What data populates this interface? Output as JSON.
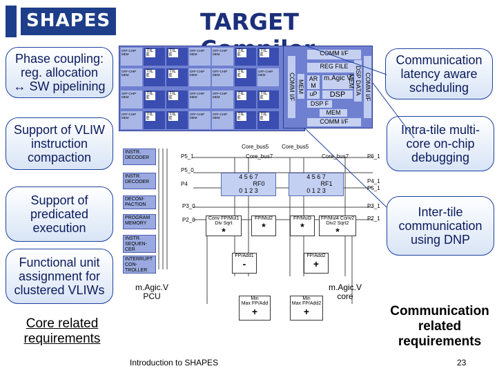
{
  "title": "TARGET Compiler",
  "logo": {
    "text": "SHAPES"
  },
  "callouts": {
    "phase_coupling": "Phase coupling:\nreg. allocation\n↔ SW pipelining",
    "vliw": "Support of VLIW\ninstruction\ncompaction",
    "predicated": "Support of\npredicated\nexecution",
    "functional_unit": "Functional unit\nassignment for\nclustered VLIWs",
    "comm_latency": "Communication\nlatency aware\nscheduling",
    "debugging": "Intra-tile multi-\ncore on-chip\ndebugging",
    "dnp": "Inter-tile\ncommunication\nusing DNP"
  },
  "requirements": {
    "core": "Core related\nrequirements",
    "communication": "Communication\nrelated\nrequirements"
  },
  "tile_grid": {
    "mem_label": "OFF-CHIP MEM",
    "tile_label": "TIL E"
  },
  "dsp": {
    "comm_if_top": "COMM I/F",
    "reg_file": "REG FILE",
    "arm": "AR M",
    "magic": "m.Agic V",
    "dsp": "DSP",
    "up": "uP",
    "dsp_f": "DSP F",
    "mem": "MEM",
    "comm_if_bottom": "COMM I/F",
    "side_left": "COMM I/F",
    "side_right1": "DSP DATA MEM",
    "side_right2": "COMM I/F",
    "mem_left": "MEM"
  },
  "cpu": {
    "instr_decoder1": "INSTR. DECODER",
    "instr_decoder2": "INSTR. DECODER",
    "decompaction": "DECOM- PACTION",
    "program_memory": "PROGRAM MEMORY",
    "instr_sequencer": "INSTR. SEQUEN- CER",
    "interrupt": "INTERRUPT CON- TROLLER",
    "pcu": "m.Agic.V\nPCU",
    "core_bus5a": "Core_bus5",
    "core_bus5b": "Core_bus5",
    "core_bus7a": "Core_bus7",
    "core_bus7b": "Core_bus7",
    "p5_1": "P5_1",
    "p5_0": "P5_0",
    "p4": "P4",
    "p3_0": "P3_0",
    "p2_0": "P2_0",
    "p6_1": "P6_1",
    "p4_1": "P4_1",
    "p5_1b": "P5_1",
    "p3_1": "P3_1",
    "p2_1": "P2_1",
    "rf0_top": "4 5 6 7",
    "rf0": "RF0",
    "rf0_bot": "0 1 2 3",
    "rf1_top": "4 5 6 7",
    "rf1": "RF1",
    "rf1_bot": "0 1 2 3",
    "conv": "Conv",
    "fpmul1": "FP/Mul1",
    "fpmul2": "FP/Mul2",
    "fpmul3": "FP/Mul3",
    "fpmul4": "FP/Mul4",
    "conv2": "Conv2",
    "div": "Div",
    "div2": "Div2",
    "sqrt": "Sqrt",
    "sqrt2": "Sqrt2",
    "fpadd1": "FP/Add1",
    "fpadd2": "FP/Add2",
    "min": "Min",
    "max": "Max",
    "fpadd": "FP/Add",
    "min2": "Min",
    "max2": "Max",
    "fpadd2b": "FP/Add2",
    "core_label": "m.Agic.V\ncore",
    "ops": {
      "mul": "*",
      "sub": "-",
      "add": "+"
    }
  },
  "footer": {
    "text": "Introduction to SHAPES",
    "page": "23"
  }
}
